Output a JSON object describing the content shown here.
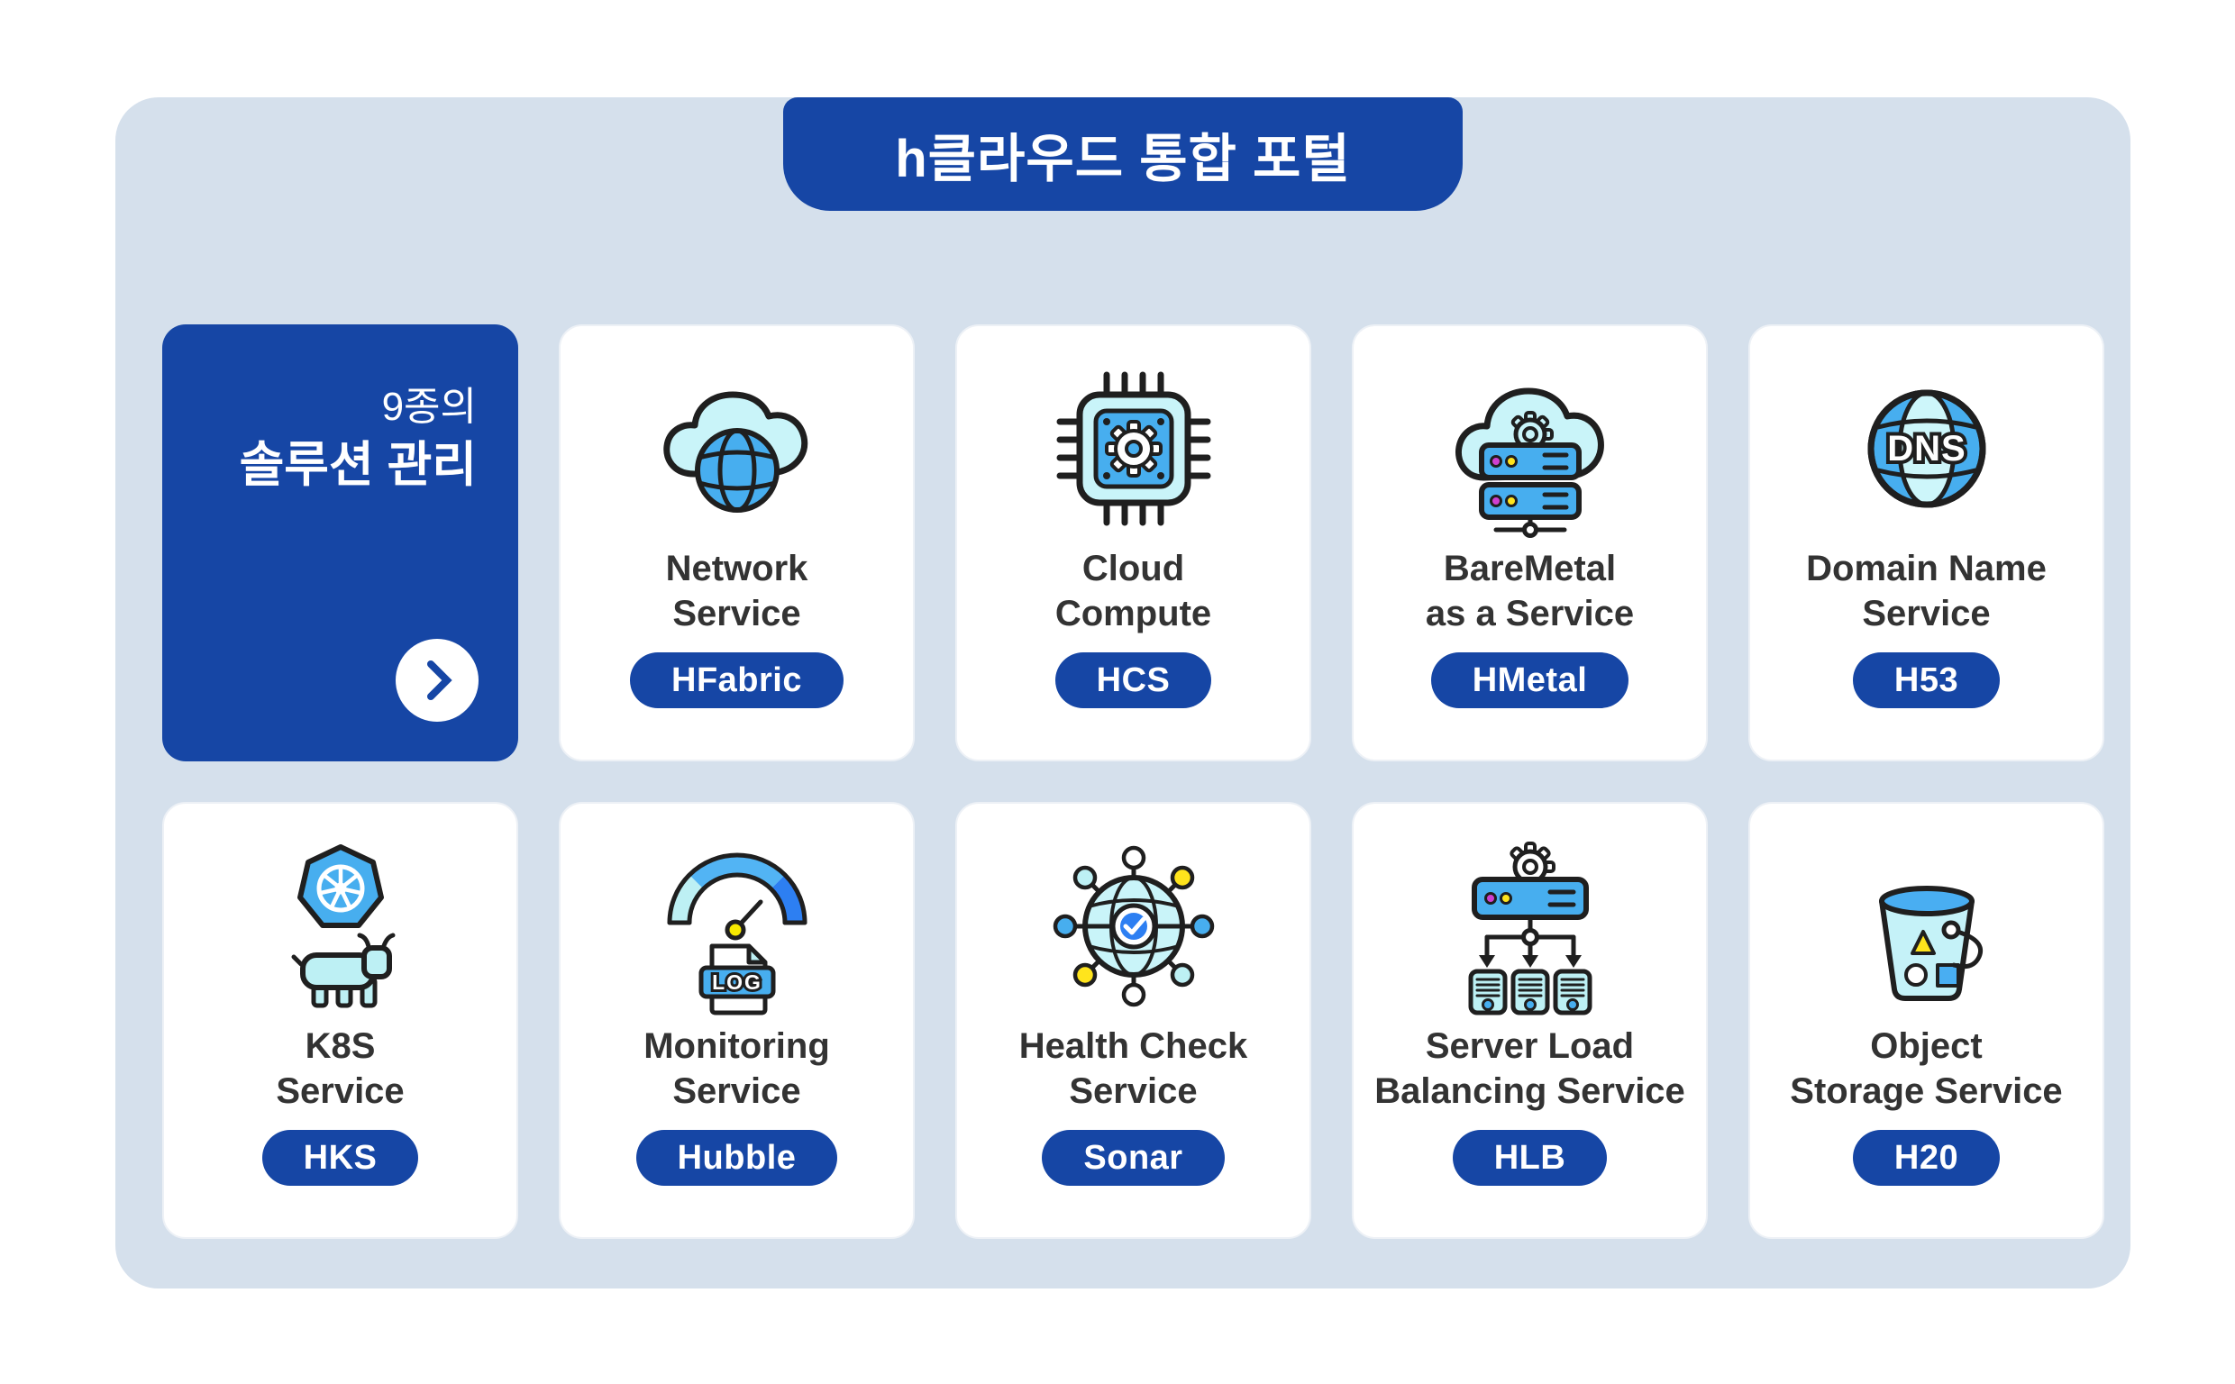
{
  "header": {
    "title": "h클라우드 통합 포털"
  },
  "intro_card": {
    "line1": "9종의",
    "line2": "솔루션 관리",
    "arrow_icon": "chevron-right-icon"
  },
  "cards": [
    {
      "icon": "network-cloud-globe-icon",
      "line1": "Network",
      "line2": "Service",
      "badge": "HFabric"
    },
    {
      "icon": "cpu-chip-gear-icon",
      "line1": "Cloud",
      "line2": "Compute",
      "badge": "HCS"
    },
    {
      "icon": "cloud-server-stack-icon",
      "line1": "BareMetal",
      "line2": "as a Service",
      "badge": "HMetal"
    },
    {
      "icon": "dns-globe-icon",
      "icon_label": "DNS",
      "line1": "Domain Name",
      "line2": "Service",
      "badge": "H53"
    },
    {
      "icon": "kubernetes-helm-rhino-icon",
      "line1": "K8S",
      "line2": "Service",
      "badge": "HKS"
    },
    {
      "icon": "gauge-log-file-icon",
      "icon_label": "LOG",
      "line1": "Monitoring",
      "line2": "Service",
      "badge": "Hubble"
    },
    {
      "icon": "health-check-globe-icon",
      "line1": "Health Check",
      "line2": "Service",
      "badge": "Sonar"
    },
    {
      "icon": "load-balancer-servers-icon",
      "line1": "Server Load",
      "line2": "Balancing Service",
      "badge": "HLB"
    },
    {
      "icon": "storage-bucket-icon",
      "line1": "Object",
      "line2": "Storage Service",
      "badge": "H20"
    }
  ],
  "colors": {
    "brand_blue": "#1646a5",
    "panel_blue": "#d5e0ec",
    "icon_cyan": "#c9f4f9",
    "icon_mid_blue": "#47aeef",
    "icon_vivid_blue": "#2d7ff2",
    "icon_yellow": "#ffe41c",
    "icon_magenta": "#cf3fd1",
    "title_text": "#333333"
  }
}
